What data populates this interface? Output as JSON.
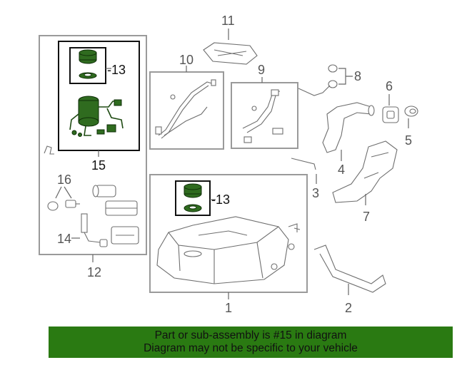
{
  "callouts": {
    "c1": "1",
    "c2": "2",
    "c3": "3",
    "c4": "4",
    "c5": "5",
    "c6": "6",
    "c7": "7",
    "c8": "8",
    "c9": "9",
    "c10": "10",
    "c11": "11",
    "c12": "12",
    "c13a": "-13",
    "c13b": "-13",
    "c14": "14",
    "c15": "15",
    "c16": "16"
  },
  "highlight": {
    "color": "#2f6b1f",
    "part": "15"
  },
  "footer": {
    "line1": "Part or sub-assembly is #15 in diagram",
    "line2": "Diagram may not be specific to your vehicle",
    "background": "#2a7a12"
  }
}
